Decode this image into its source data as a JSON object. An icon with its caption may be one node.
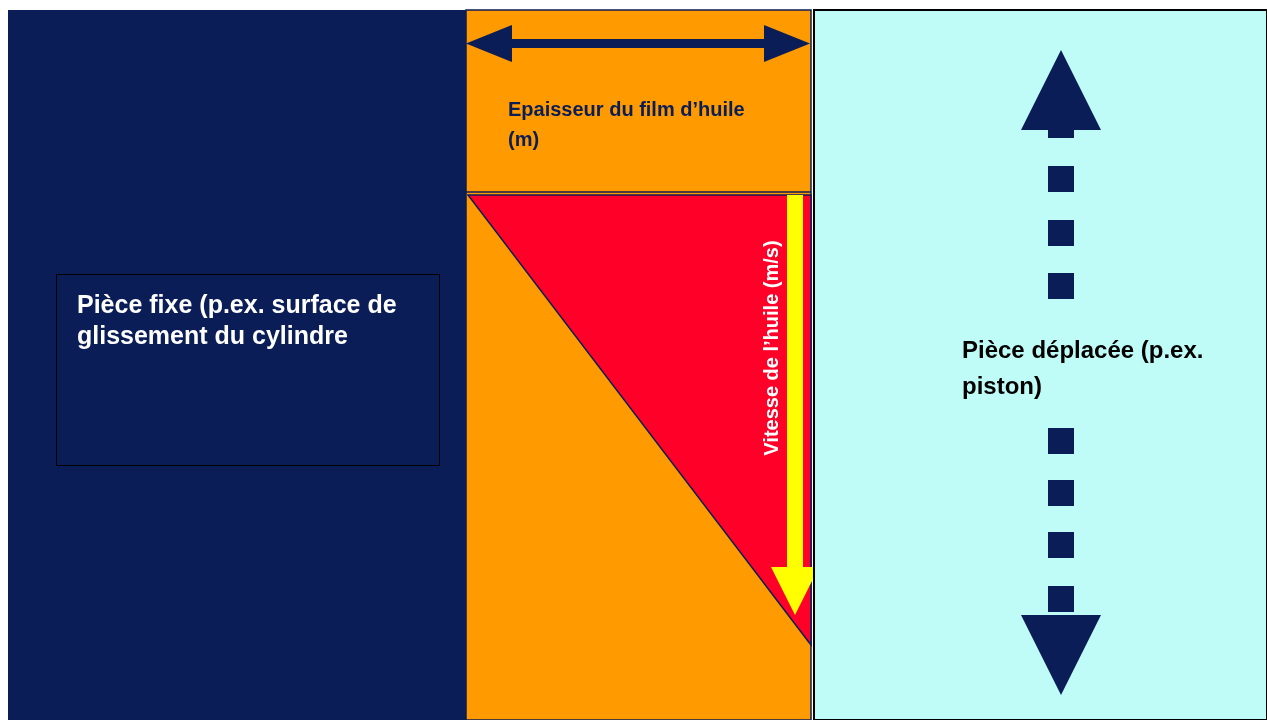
{
  "diagram": {
    "nodes": [
      {
        "text": [
          "Pièce fixe (p.ex. surface de glissement du cylindre"
        ]
      },
      {
        "text": [
          "Pièce déplacée (p.ex. piston)"
        ]
      }
    ],
    "labels": [
      "Epaisseur du film d’huile (m)",
      "Vitesse de l’huile (m/s)"
    ]
  }
}
